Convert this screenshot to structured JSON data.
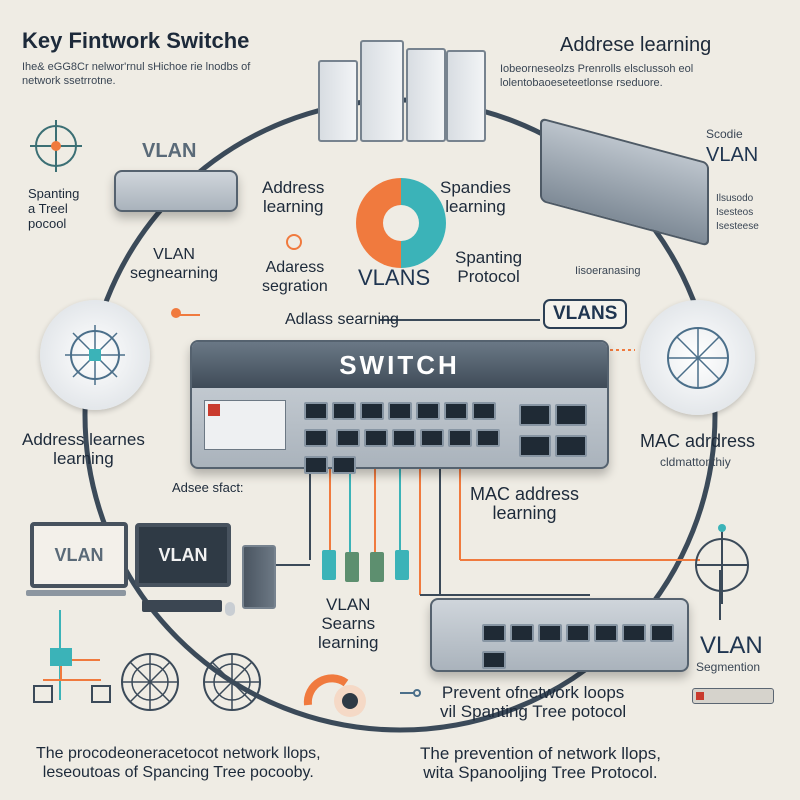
{
  "headings": {
    "top_left_title": "Key Fintwork Switche",
    "top_left_sub": "Ihe& eGG8Cr nelwor'rnul sHichoe rie lnodbs of network ssetrrotne.",
    "top_right_title": "Addrese learning",
    "top_right_sub": "Iobeorneseolzs Prenrolls elsclussoh eol lolentobaoeseteetlonse rseduore."
  },
  "left_labels": {
    "vlan_top": "VLAN",
    "spanting": "Spanting\na Treel\npocool",
    "vlan_seg": "VLAN\nsegnearning",
    "address_learnes": "Address learnes\nlearning",
    "adese_sfact": "Adsee sfact:"
  },
  "center_labels": {
    "address_learning_l": "Address\nlearning",
    "spandies_learning": "Spandies\nlearning",
    "adaress_segration": "Adaress\nsegration",
    "vlans": "VLANS",
    "spanting_protocol": "Spanting\nProtocol",
    "adlass_searning": "Adlass searning",
    "vlans_box": "VLANS",
    "switch_label": "SWITCH",
    "mac_address_learning": "MAC address\nlearning",
    "vlan_searns": "VLAN\nSearns\nlearning"
  },
  "right_labels": {
    "scodie": "Scodie",
    "vlan_right": "VLAN",
    "small_right": "Ilsusodo\nIsesteos\nIsesteese",
    "hseranasing": "Iisoeranasing",
    "mac_addrress": "MAC adrdress",
    "mac_sub": "cldmattonthiy",
    "vlan_bottom_right": "VLAN",
    "segmention": "Segmention"
  },
  "bottom": {
    "vlan_screen": "VLAN",
    "vlan_monitor": "VLAN",
    "prevent": "Prevent ofnetwork loops\nvil Spanting Tree potocol",
    "bottom_left": "The procodeoneracetocot network llops,\nleseoutoas of Spancing Tree pocooby.",
    "bottom_right": "The prevention of network llops,\nwita Spanooljing Tree Protocol."
  },
  "colors": {
    "accent_orange": "#f07a3e",
    "accent_teal": "#3bb3b8",
    "ring": "#3b4a59",
    "background": "#efece4"
  }
}
